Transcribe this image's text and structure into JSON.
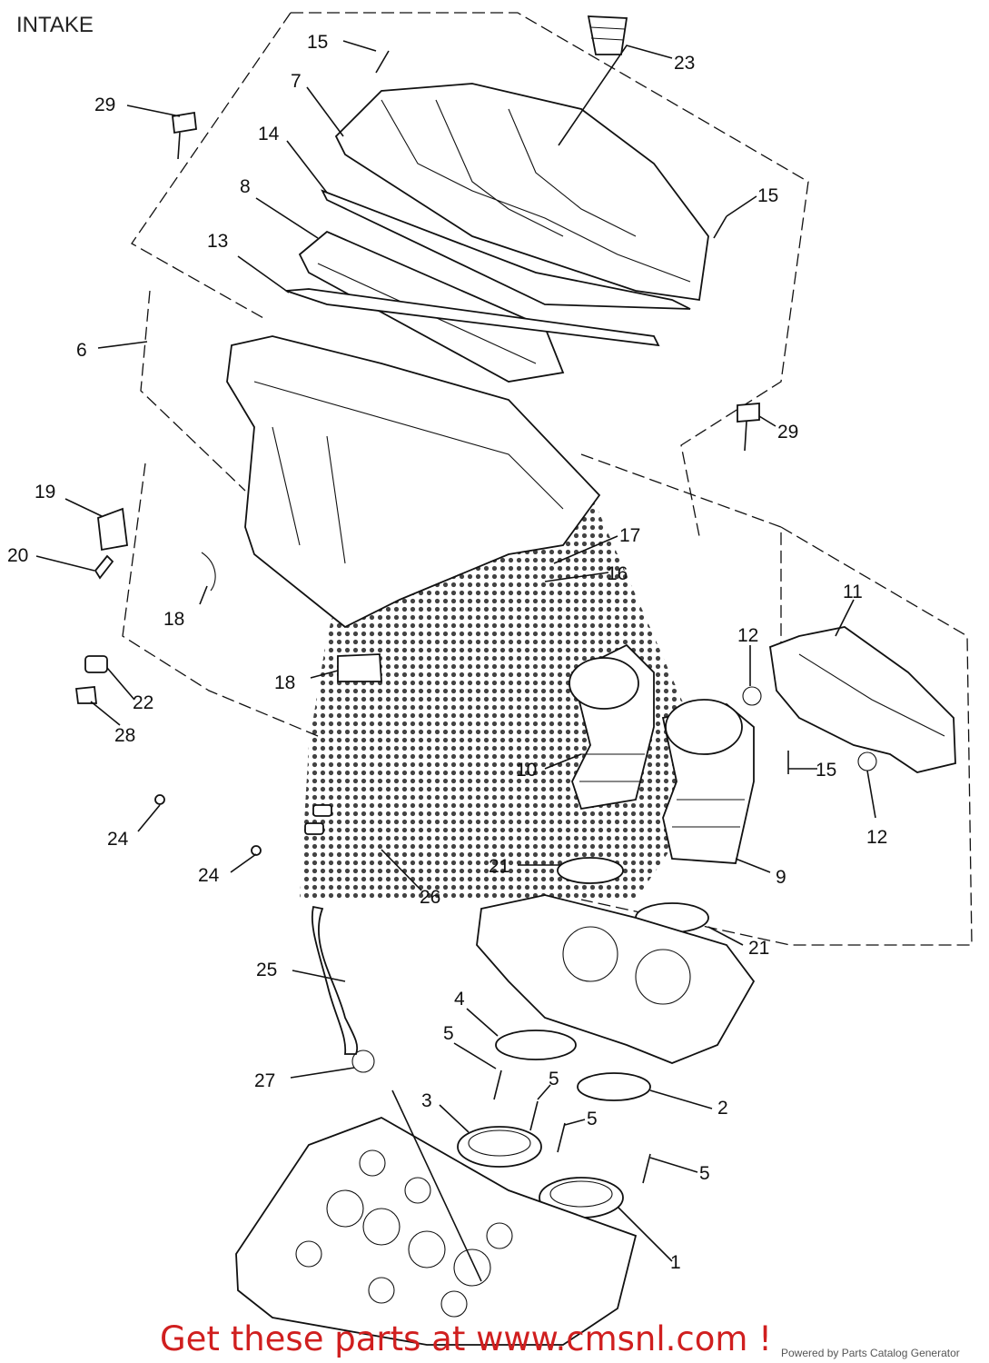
{
  "title": "INTAKE",
  "footer": "Get these parts at www.cmsnl.com !",
  "powered_by": "Powered by Parts Catalog Generator",
  "callouts": [
    "15",
    "23",
    "7",
    "29",
    "14",
    "8",
    "15",
    "13",
    "6",
    "29",
    "19",
    "20",
    "17",
    "16",
    "18",
    "11",
    "12",
    "18",
    "22",
    "28",
    "10",
    "15",
    "12",
    "24",
    "24",
    "21",
    "9",
    "26",
    "21",
    "25",
    "4",
    "5",
    "5",
    "27",
    "3",
    "2",
    "5",
    "5",
    "1"
  ],
  "colors": {
    "footer": "#d01f1f",
    "lines": "#111111"
  }
}
